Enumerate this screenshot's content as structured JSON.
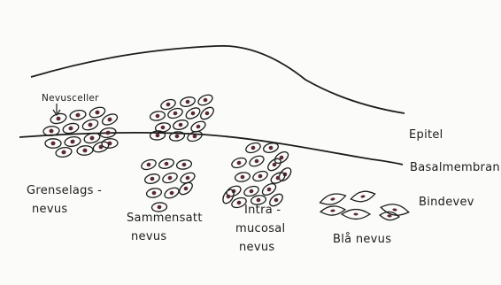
{
  "labels": {
    "nevusceller": "Nevusceller",
    "epitel": "Epitel",
    "basalmembran": "Basalmembran",
    "bindevev": "Bindevev",
    "grenselags_line1": "Grenselags -",
    "grenselags_line2": "nevus",
    "sammensatt_line1": "Sammensatt",
    "sammensatt_line2": "nevus",
    "intra_line1": "Intra -",
    "intra_line2": "mucosal",
    "intra_line3": "nevus",
    "blaa": "Blå nevus"
  },
  "colors": {
    "ink": "#1c1c1c",
    "nucleus": "#5a2a30",
    "paper": "#fbfbf9"
  }
}
